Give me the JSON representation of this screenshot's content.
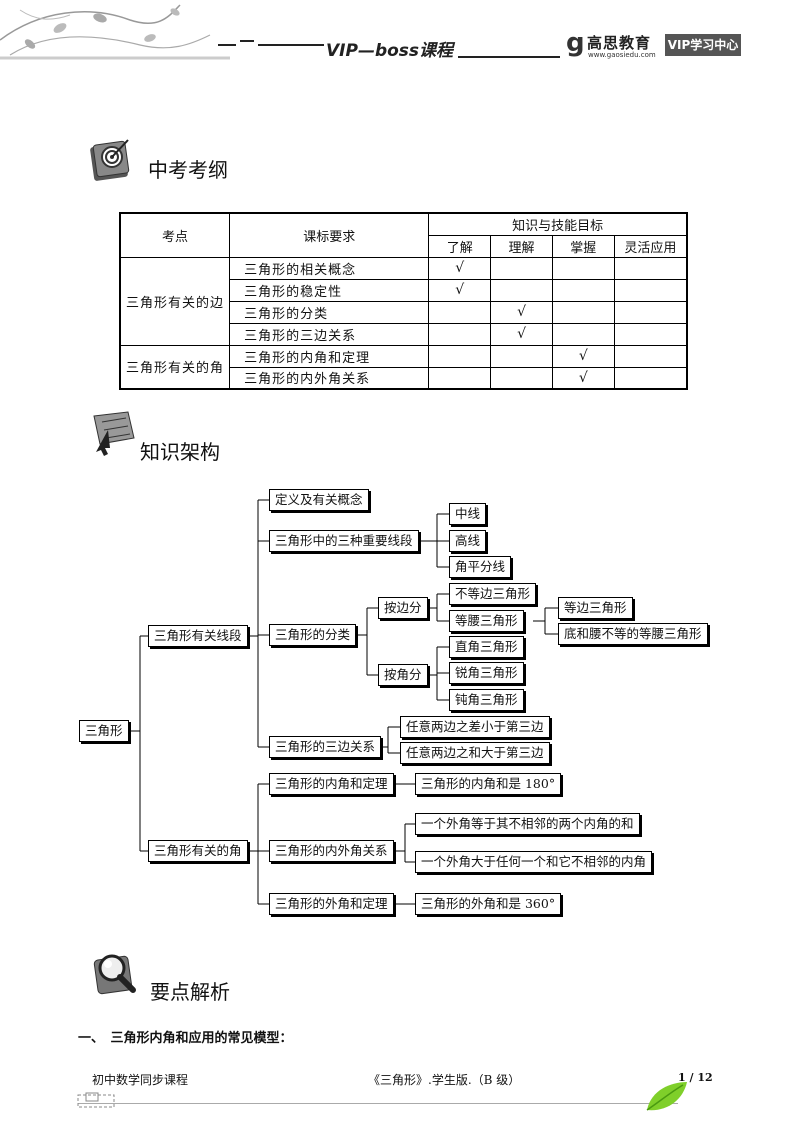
{
  "header": {
    "title": "VIP—boss课程",
    "brand_name": "高思教育",
    "brand_url": "www.gaosiedu.com",
    "brand_badge": "VIP学习中心"
  },
  "sections": {
    "exam_outline": "中考考纲",
    "knowledge_framework": "知识架构",
    "key_points": "要点解析"
  },
  "table": {
    "col_point": "考点",
    "col_requirement": "课标要求",
    "col_goals": "知识与技能目标",
    "levels": [
      "了解",
      "理解",
      "掌握",
      "灵活应用"
    ],
    "groups": [
      {
        "name": "三角形有关的边",
        "rows": [
          {
            "req": "三角形的相关概念",
            "marks": [
              "√",
              "",
              "",
              ""
            ]
          },
          {
            "req": "三角形的稳定性",
            "marks": [
              "√",
              "",
              "",
              ""
            ]
          },
          {
            "req": "三角形的分类",
            "marks": [
              "",
              "√",
              "",
              ""
            ]
          },
          {
            "req": "三角形的三边关系",
            "marks": [
              "",
              "√",
              "",
              ""
            ]
          }
        ]
      },
      {
        "name": "三角形有关的角",
        "rows": [
          {
            "req": "三角形的内角和定理",
            "marks": [
              "",
              "",
              "√",
              ""
            ]
          },
          {
            "req": "三角形的内外角关系",
            "marks": [
              "",
              "",
              "√",
              ""
            ]
          }
        ]
      }
    ]
  },
  "tree": {
    "root": "三角形",
    "side": "三角形有关线段",
    "angle": "三角形有关的角",
    "def": "定义及有关概念",
    "three_lines": "三角形中的三种重要线段",
    "median": "中线",
    "altitude": "高线",
    "bisector": "角平分线",
    "classification": "三角形的分类",
    "by_side": "按边分",
    "scalene": "不等边三角形",
    "isosceles": "等腰三角形",
    "equilateral": "等边三角形",
    "non_equal_isosceles": "底和腰不等的等腰三角形",
    "by_angle": "按角分",
    "right": "直角三角形",
    "acute": "锐角三角形",
    "obtuse": "钝角三角形",
    "three_sides": "三角形的三边关系",
    "diff_rule": "任意两边之差小于第三边",
    "sum_rule": "任意两边之和大于第三边",
    "interior_theorem": "三角形的内角和定理",
    "interior_sum": "三角形的内角和是 180°",
    "in_out_relation": "三角形的内外角关系",
    "exterior_eq": "一个外角等于其不相邻的两个内角的和",
    "exterior_gt": "一个外角大于任何一个和它不相邻的内角",
    "exterior_theorem": "三角形的外角和定理",
    "exterior_sum": "三角形的外角和是 360°"
  },
  "point_one": "一、　三角形内角和应用的常见模型：",
  "footer": {
    "left": "初中数学同步课程",
    "center": "《三角形》.学生版.（B 级）",
    "page": "1",
    "total": "12"
  }
}
